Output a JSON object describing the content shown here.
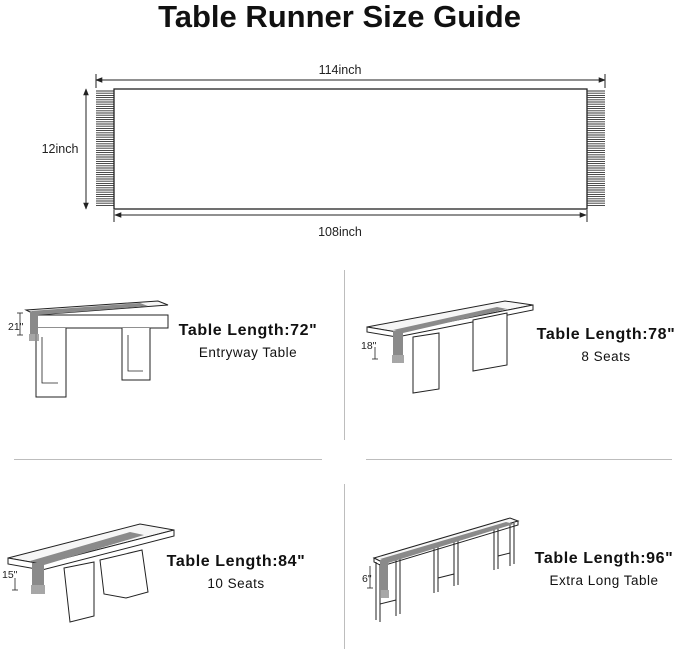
{
  "title": "Table Runner Size Guide",
  "runner": {
    "total_length": "114inch",
    "body_length": "108inch",
    "width": "12inch"
  },
  "tables": [
    {
      "name": "entryway",
      "length_label": "Table Length:72\"",
      "description": "Entryway Table",
      "drop": "21\""
    },
    {
      "name": "eight-seats",
      "length_label": "Table Length:78\"",
      "description": "8 Seats",
      "drop": "18\""
    },
    {
      "name": "ten-seats",
      "length_label": "Table Length:84\"",
      "description": "10 Seats",
      "drop": "15\""
    },
    {
      "name": "extra-long",
      "length_label": "Table Length:96\"",
      "description": "Extra Long Table",
      "drop": "6\""
    }
  ],
  "colors": {
    "runner_fill": "#8a8a8a",
    "line": "#222222",
    "divider": "#bdbdbd"
  }
}
